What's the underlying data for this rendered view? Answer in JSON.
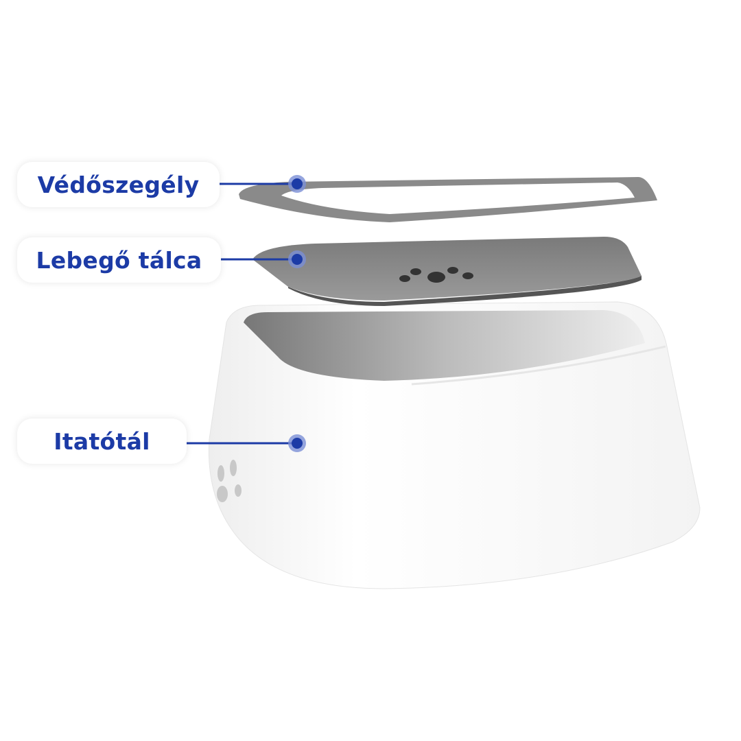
{
  "callouts": [
    {
      "label": "Védőszegély"
    },
    {
      "label": "Lebegő tálca"
    },
    {
      "label": "Itatótál"
    }
  ],
  "colors": {
    "accent": "#1c3ba6",
    "dot_halo": "#7a8fd6"
  }
}
